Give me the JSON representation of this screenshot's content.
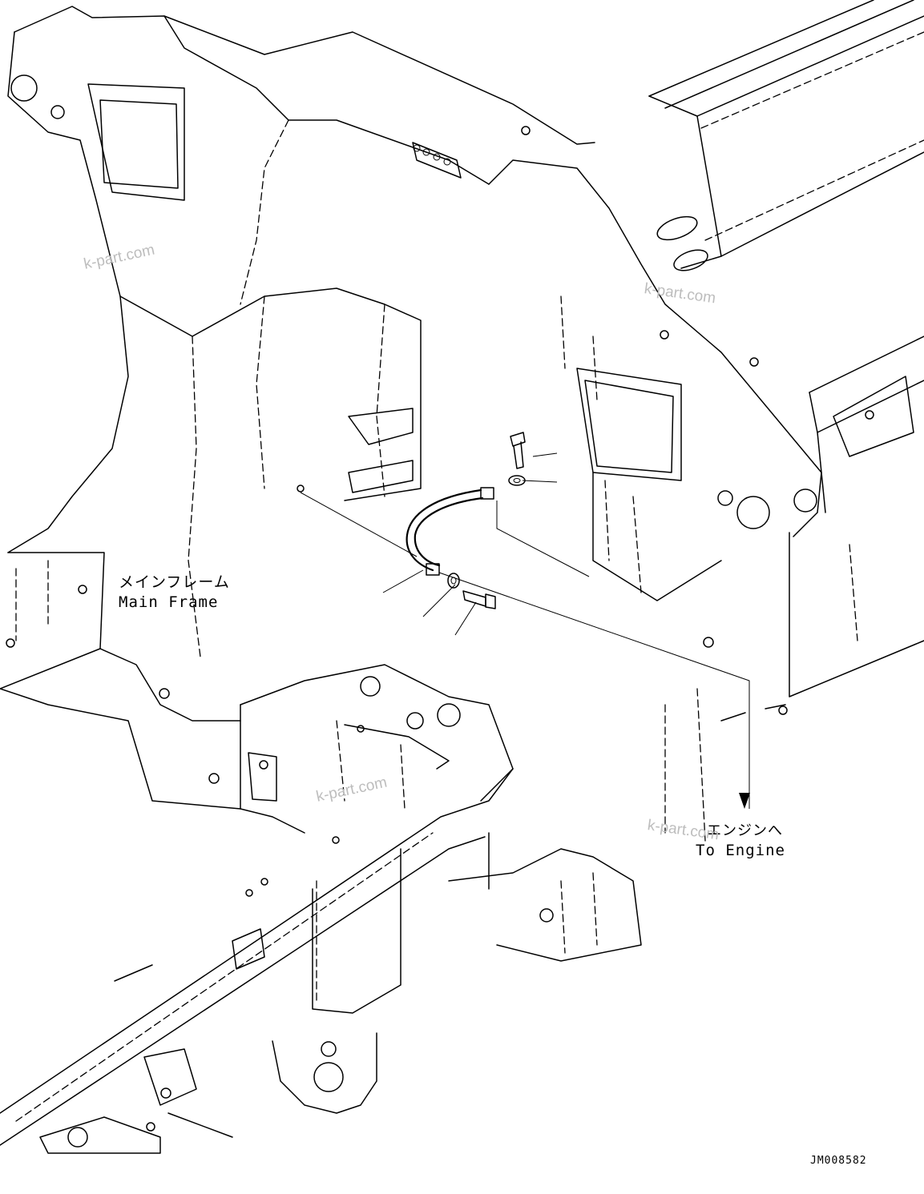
{
  "labels": {
    "main_frame_jp": "メインフレーム",
    "main_frame_en": "Main Frame",
    "to_engine_jp": "エンジンへ",
    "to_engine_en": "To Engine",
    "drawing_number": "JM008582"
  },
  "watermarks": [
    "k-part.com",
    "k-part.com",
    "k-part.com",
    "k-part.com"
  ],
  "components": [
    "hose",
    "bolt",
    "washer"
  ],
  "colors": {
    "line": "#000000",
    "background": "#ffffff",
    "watermark": "#bdbdbd"
  }
}
